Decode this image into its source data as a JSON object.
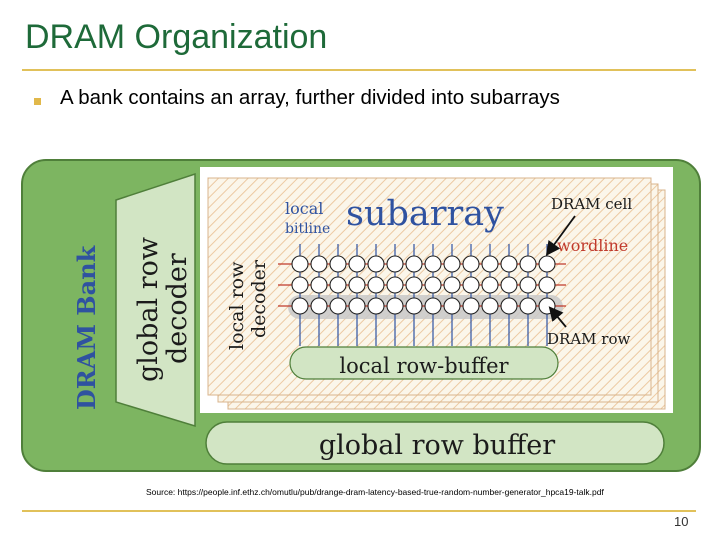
{
  "slide": {
    "title": "DRAM Organization",
    "bullet": "A bank contains an array, further divided into subarrays",
    "source": "Source: https://people.inf.ethz.ch/omutlu/pub/drange-dram-latency-based-true-random-number-generator_hpca19-talk.pdf",
    "page_number": "10"
  },
  "diagram": {
    "bank_label": "DRAM Bank",
    "global_row_decoder": [
      "global row",
      "decoder"
    ],
    "local_row_decoder": [
      "local row",
      "decoder"
    ],
    "local_bitline": [
      "local",
      "bitline"
    ],
    "subarray_label": "subarray",
    "dram_cell_label": "DRAM cell",
    "wordline_label": "wordline",
    "dram_row_label": "DRAM row",
    "local_row_buffer": "local row-buffer",
    "global_row_buffer": "global row buffer",
    "colors": {
      "bank_green": "#7db561",
      "bank_border": "#4f7f3a",
      "panel_fill": "#d2e5c4",
      "highlight_row": "#c8c8c8",
      "text_blue": "#2f52a0",
      "arrow_red": "#c0392b"
    }
  }
}
